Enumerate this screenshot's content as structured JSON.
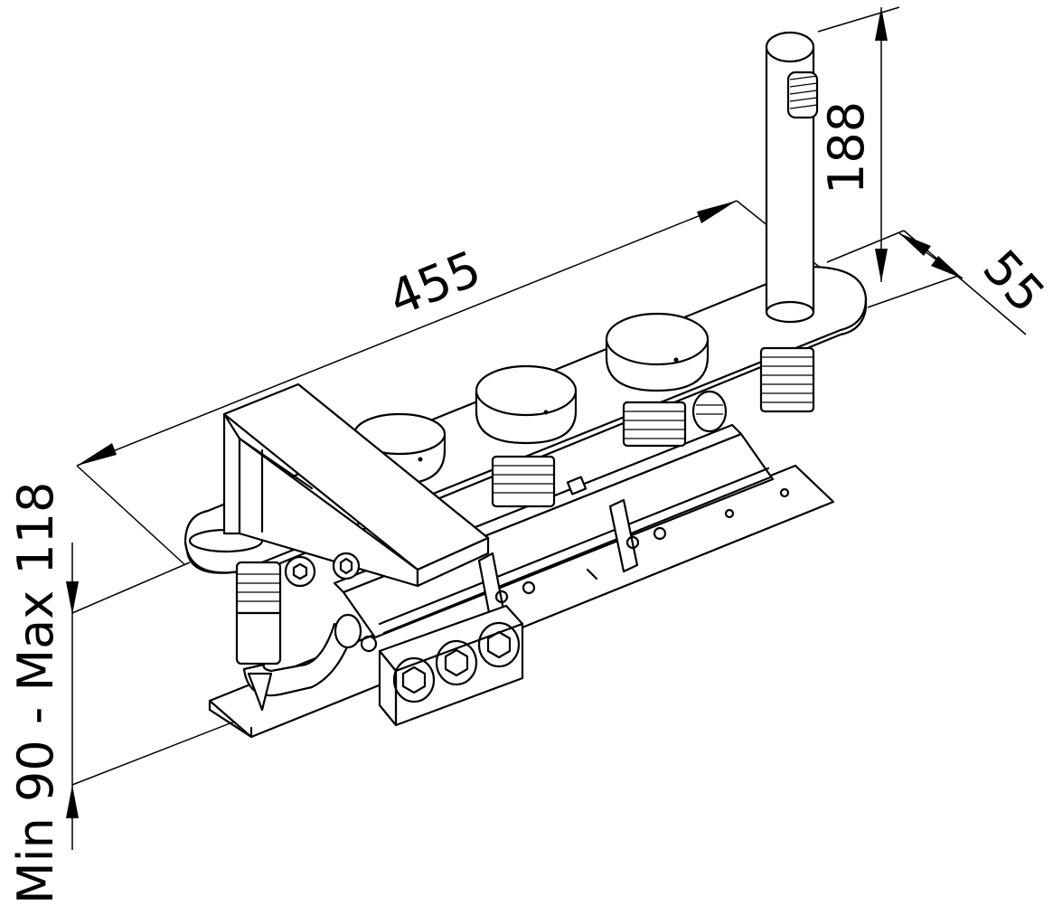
{
  "drawing": {
    "type": "technical isometric dimension drawing",
    "line_color": "#000000",
    "background": "#ffffff"
  },
  "dimensions": {
    "length": "455",
    "height": "188",
    "width": "55",
    "depth_range": "Min 90 - Max 118"
  },
  "parts": [
    "deck-plate",
    "handshower",
    "knob-1",
    "knob-2",
    "knob-3",
    "spout",
    "valve-body",
    "mounting-base",
    "connection-block"
  ]
}
